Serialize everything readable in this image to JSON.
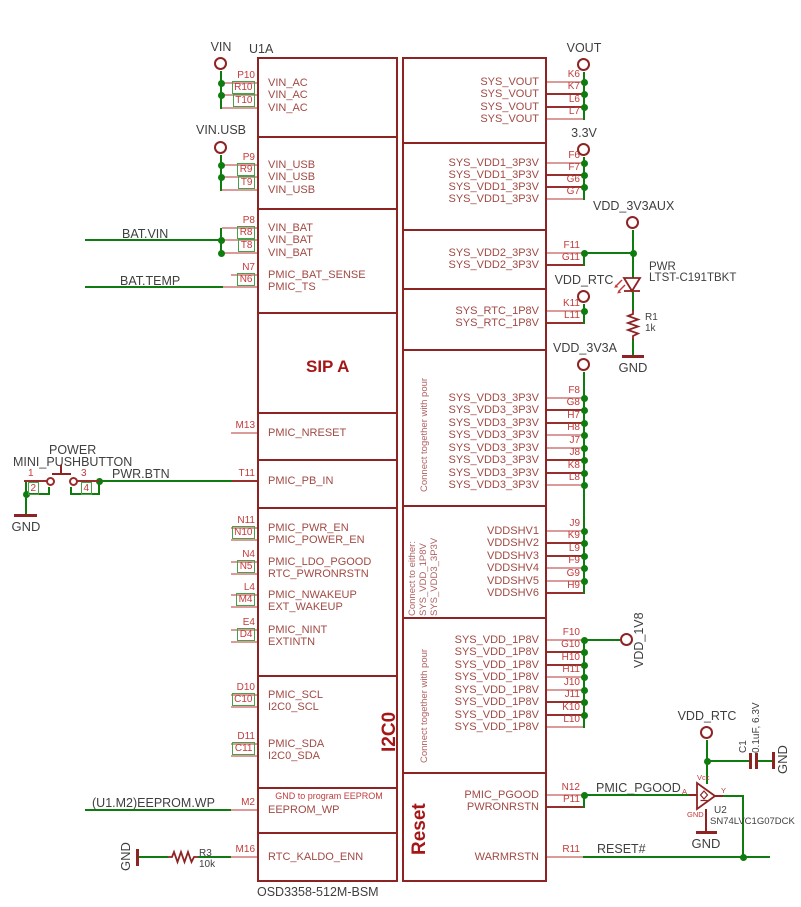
{
  "component": {
    "ref": "U1A",
    "part": "OSD3358-512M-BSM",
    "sip_label": "SIP A",
    "i2c_label": "I2C0",
    "reset_label": "Reset",
    "eeprom_note": "GND to program EEPROM",
    "pour_note": "Connect together with pour",
    "either_note_1": "Connect to either:",
    "either_note_2": "SYS_VDD_1P8V",
    "either_note_3": "SYS_VDD3_3P3V"
  },
  "lp": [
    {
      "num": "P10",
      "fn": "VIN_AC"
    },
    {
      "num": "R10",
      "fn": "VIN_AC"
    },
    {
      "num": "T10",
      "fn": "VIN_AC"
    },
    {
      "num": "P9",
      "fn": "VIN_USB"
    },
    {
      "num": "R9",
      "fn": "VIN_USB"
    },
    {
      "num": "T9",
      "fn": "VIN_USB"
    },
    {
      "num": "P8",
      "fn": "VIN_BAT"
    },
    {
      "num": "R8",
      "fn": "VIN_BAT"
    },
    {
      "num": "T8",
      "fn": "VIN_BAT"
    },
    {
      "num": "N7",
      "fn": "PMIC_BAT_SENSE"
    },
    {
      "num": "N6",
      "fn": "PMIC_TS"
    },
    {
      "num": "M13",
      "fn": "PMIC_NRESET"
    },
    {
      "num": "T11",
      "fn": "PMIC_PB_IN"
    },
    {
      "num": "N11",
      "fn": "PMIC_PWR_EN"
    },
    {
      "num": "N10",
      "fn": "PMIC_POWER_EN"
    },
    {
      "num": "N4",
      "fn": "PMIC_LDO_PGOOD"
    },
    {
      "num": "N5",
      "fn": "RTC_PWRONRSTN"
    },
    {
      "num": "L4",
      "fn": "PMIC_NWAKEUP"
    },
    {
      "num": "M4",
      "fn": "EXT_WAKEUP"
    },
    {
      "num": "E4",
      "fn": "PMIC_NINT"
    },
    {
      "num": "D4",
      "fn": "EXTINTN"
    },
    {
      "num": "D10",
      "fn": "PMIC_SCL"
    },
    {
      "num": "C10",
      "fn": "I2C0_SCL"
    },
    {
      "num": "D11",
      "fn": "PMIC_SDA"
    },
    {
      "num": "C11",
      "fn": "I2C0_SDA"
    },
    {
      "num": "M2",
      "fn": "EEPROM_WP"
    },
    {
      "num": "M16",
      "fn": "RTC_KALDO_ENN"
    }
  ],
  "rp": [
    {
      "num": "K6",
      "fn": "SYS_VOUT"
    },
    {
      "num": "K7",
      "fn": "SYS_VOUT"
    },
    {
      "num": "L6",
      "fn": "SYS_VOUT"
    },
    {
      "num": "L7",
      "fn": "SYS_VOUT"
    },
    {
      "num": "F6",
      "fn": "SYS_VDD1_3P3V"
    },
    {
      "num": "F7",
      "fn": "SYS_VDD1_3P3V"
    },
    {
      "num": "G6",
      "fn": "SYS_VDD1_3P3V"
    },
    {
      "num": "G7",
      "fn": "SYS_VDD1_3P3V"
    },
    {
      "num": "F11",
      "fn": "SYS_VDD2_3P3V"
    },
    {
      "num": "G11",
      "fn": "SYS_VDD2_3P3V"
    },
    {
      "num": "K11",
      "fn": "SYS_RTC_1P8V"
    },
    {
      "num": "L11",
      "fn": "SYS_RTC_1P8V"
    },
    {
      "num": "F8",
      "fn": "SYS_VDD3_3P3V"
    },
    {
      "num": "G8",
      "fn": "SYS_VDD3_3P3V"
    },
    {
      "num": "H7",
      "fn": "SYS_VDD3_3P3V"
    },
    {
      "num": "H8",
      "fn": "SYS_VDD3_3P3V"
    },
    {
      "num": "J7",
      "fn": "SYS_VDD3_3P3V"
    },
    {
      "num": "J8",
      "fn": "SYS_VDD3_3P3V"
    },
    {
      "num": "K8",
      "fn": "SYS_VDD3_3P3V"
    },
    {
      "num": "L8",
      "fn": "SYS_VDD3_3P3V"
    },
    {
      "num": "J9",
      "fn": "VDDSHV1"
    },
    {
      "num": "K9",
      "fn": "VDDSHV2"
    },
    {
      "num": "L9",
      "fn": "VDDSHV3"
    },
    {
      "num": "F9",
      "fn": "VDDSHV4"
    },
    {
      "num": "G9",
      "fn": "VDDSHV5"
    },
    {
      "num": "H9",
      "fn": "VDDSHV6"
    },
    {
      "num": "F10",
      "fn": "SYS_VDD_1P8V"
    },
    {
      "num": "G10",
      "fn": "SYS_VDD_1P8V"
    },
    {
      "num": "H10",
      "fn": "SYS_VDD_1P8V"
    },
    {
      "num": "H11",
      "fn": "SYS_VDD_1P8V"
    },
    {
      "num": "J10",
      "fn": "SYS_VDD_1P8V"
    },
    {
      "num": "J11",
      "fn": "SYS_VDD_1P8V"
    },
    {
      "num": "K10",
      "fn": "SYS_VDD_1P8V"
    },
    {
      "num": "L10",
      "fn": "SYS_VDD_1P8V"
    },
    {
      "num": "N12",
      "fn": "PMIC_PGOOD"
    },
    {
      "num": "P11",
      "fn": "PWRONRSTN"
    },
    {
      "num": "R11",
      "fn": "WARMRSTN"
    }
  ],
  "connectors": {
    "vin": "VIN",
    "vin_usb": "VIN.USB",
    "vout": "VOUT",
    "v33": "3.3V",
    "vdd_3v3aux": "VDD_3V3AUX",
    "vdd_rtc": "VDD_RTC",
    "vdd_3v3a": "VDD_3V3A",
    "vdd_1v8": "VDD_1V8",
    "vdd_rtc2": "VDD_RTC",
    "gnd": "GND"
  },
  "nets": {
    "bat_vin": "BAT.VIN",
    "bat_temp": "BAT.TEMP",
    "pwr_btn": "PWR.BTN",
    "eeprom_wp": "(U1.M2)EEPROM.WP",
    "pmic_pgood": "PMIC_PGOOD",
    "reset": "RESET#"
  },
  "parts": {
    "led": {
      "name": "PWR",
      "value": "LTST-C191TBKT"
    },
    "r1": {
      "name": "R1",
      "value": "1k"
    },
    "r3": {
      "name": "R3",
      "value": "10k"
    },
    "c1": {
      "name": "C1",
      "value": "0.1uF, 6.3V"
    },
    "u2": {
      "name": "U2",
      "value": "SN74LVC1G07DCK",
      "vcc": "Vcc",
      "a": "A",
      "y": "Y",
      "gnd": "GND"
    },
    "sw": {
      "name": "POWER",
      "value": "MINI_PUSHBUTTON",
      "p1": "1",
      "p2": "2",
      "p3": "3",
      "p4": "4"
    }
  }
}
